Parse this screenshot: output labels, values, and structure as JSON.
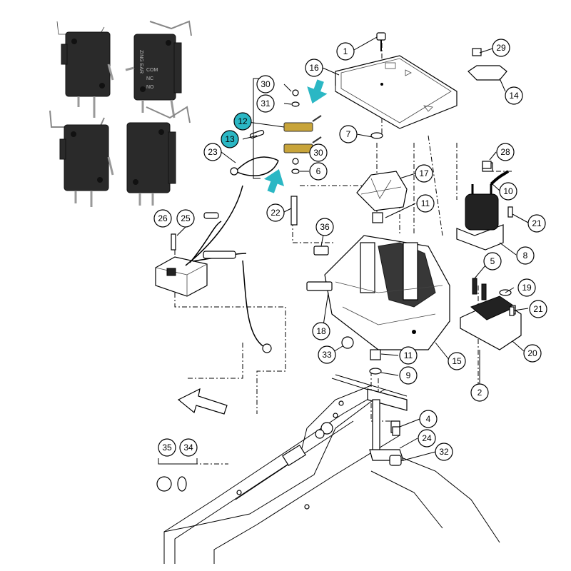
{
  "callouts": [
    {
      "id": "c1",
      "label": "1"
    },
    {
      "id": "c2",
      "label": "2"
    },
    {
      "id": "c4",
      "label": "4"
    },
    {
      "id": "c5",
      "label": "5"
    },
    {
      "id": "c6",
      "label": "6"
    },
    {
      "id": "c7",
      "label": "7"
    },
    {
      "id": "c8",
      "label": "8"
    },
    {
      "id": "c9",
      "label": "9"
    },
    {
      "id": "c10",
      "label": "10"
    },
    {
      "id": "c11a",
      "label": "11"
    },
    {
      "id": "c11b",
      "label": "11"
    },
    {
      "id": "c12",
      "label": "12"
    },
    {
      "id": "c13",
      "label": "13"
    },
    {
      "id": "c14",
      "label": "14"
    },
    {
      "id": "c15",
      "label": "15"
    },
    {
      "id": "c16",
      "label": "16"
    },
    {
      "id": "c17",
      "label": "17"
    },
    {
      "id": "c18",
      "label": "18"
    },
    {
      "id": "c19",
      "label": "19"
    },
    {
      "id": "c20",
      "label": "20"
    },
    {
      "id": "c21a",
      "label": "21"
    },
    {
      "id": "c21b",
      "label": "21"
    },
    {
      "id": "c22",
      "label": "22"
    },
    {
      "id": "c23",
      "label": "23"
    },
    {
      "id": "c24",
      "label": "24"
    },
    {
      "id": "c25",
      "label": "25"
    },
    {
      "id": "c26",
      "label": "26"
    },
    {
      "id": "c28",
      "label": "28"
    },
    {
      "id": "c29",
      "label": "29"
    },
    {
      "id": "c30a",
      "label": "30"
    },
    {
      "id": "c30b",
      "label": "30"
    },
    {
      "id": "c31",
      "label": "31"
    },
    {
      "id": "c32",
      "label": "32"
    },
    {
      "id": "c33",
      "label": "33"
    },
    {
      "id": "c34",
      "label": "34"
    },
    {
      "id": "c35",
      "label": "35"
    },
    {
      "id": "c36",
      "label": "36"
    }
  ],
  "highlight_color": "#2bb7c4",
  "switch_photo_labels": {
    "brand": "ZING EAR",
    "terminals": [
      "COM",
      "NC",
      "NO"
    ]
  }
}
